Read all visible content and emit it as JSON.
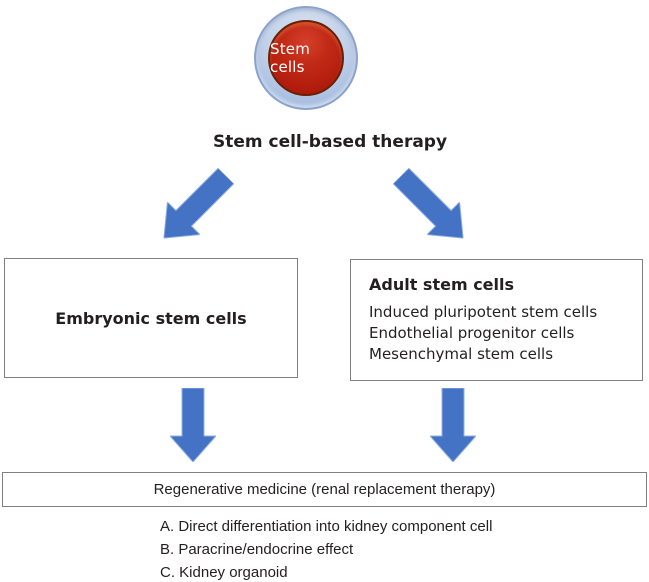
{
  "diagram": {
    "node_label": "Stem cells",
    "title": "Stem cell-based therapy",
    "left_box": {
      "title": "Embryonic stem cells"
    },
    "right_box": {
      "title": "Adult stem cells",
      "items": [
        "Induced pluripotent stem cells",
        "Endothelial progenitor cells",
        "Mesenchymal stem cells"
      ]
    },
    "outcome_box": {
      "title": "Regenerative medicine (renal replacement therapy)"
    },
    "outcome_list": [
      "A. Direct differentiation into kidney component cell",
      "B. Paracrine/endocrine effect",
      "C. Kidney organoid"
    ]
  },
  "colors": {
    "arrow": "#4472c4",
    "box_border": "#7f7f7f",
    "text": "#231f20",
    "ring_blue": "#a9bfe1",
    "core_red": "#b5200f"
  }
}
